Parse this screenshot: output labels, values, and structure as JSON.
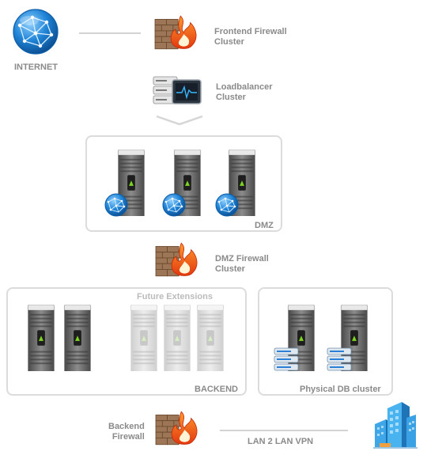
{
  "nodes": {
    "internet": "INTERNET",
    "frontend_firewall": [
      "Frontend Firewall",
      "Cluster"
    ],
    "loadbalancer": [
      "Loadbalancer",
      "Cluster"
    ],
    "dmz_firewall": [
      "DMZ Firewall",
      "Cluster"
    ],
    "backend_firewall": [
      "Backend",
      "Firewall"
    ]
  },
  "zones": {
    "dmz": "DMZ",
    "future": "Future Extensions",
    "backend": "BACKEND",
    "db": "Physical DB cluster"
  },
  "links": {
    "vpn": "LAN 2 LAN VPN"
  },
  "colors": {
    "globe": "#1a7fd4",
    "fire": "#f0641e",
    "brick": "#8c6a4a",
    "building": "#2d90d8",
    "label": "#8a8a8a",
    "border": "#dcdcdc"
  }
}
